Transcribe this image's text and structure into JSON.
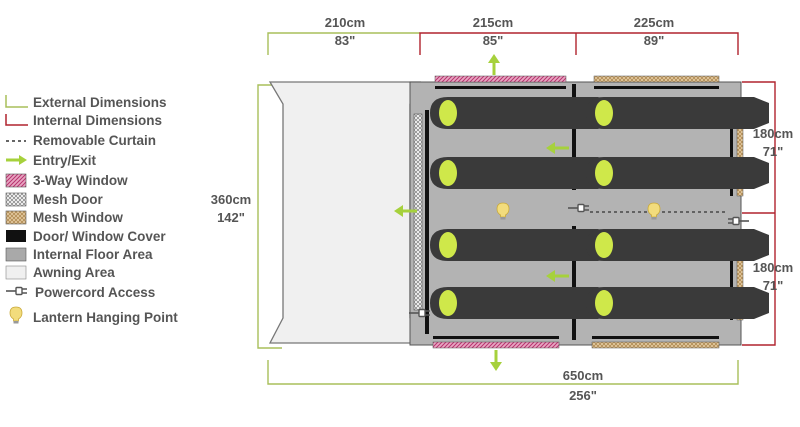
{
  "dimensions": {
    "awning_width": {
      "metric": "210cm",
      "imperial": "83\""
    },
    "room_left_width": {
      "metric": "215cm",
      "imperial": "85\""
    },
    "room_right_width": {
      "metric": "225cm",
      "imperial": "89\""
    },
    "total_depth": {
      "metric": "360cm",
      "imperial": "142\""
    },
    "room_top_depth": {
      "metric": "180cm",
      "imperial": "71\""
    },
    "room_bottom_depth": {
      "metric": "180cm",
      "imperial": "71\""
    },
    "total_length": {
      "metric": "650cm",
      "imperial": "256\""
    }
  },
  "legend": [
    {
      "label": "External Dimensions",
      "icon": "external-dimension-bracket-icon"
    },
    {
      "label": "Internal Dimensions",
      "icon": "internal-dimension-bracket-icon"
    },
    {
      "label": "Removable Curtain",
      "icon": "dashed-line-icon"
    },
    {
      "label": "Entry/Exit",
      "icon": "green-arrow-icon"
    },
    {
      "label": "3-Way Window",
      "icon": "pink-hatch-swatch-icon"
    },
    {
      "label": "Mesh Door",
      "icon": "grey-mesh-swatch-icon"
    },
    {
      "label": "Mesh Window",
      "icon": "tan-mesh-swatch-icon"
    },
    {
      "label": "Door/ Window Cover",
      "icon": "black-swatch-icon"
    },
    {
      "label": "Internal Floor Area",
      "icon": "grey-swatch-icon"
    },
    {
      "label": "Awning Area",
      "icon": "light-grey-swatch-icon"
    },
    {
      "label": "Powercord Access",
      "icon": "plug-icon"
    },
    {
      "label": "Lantern Hanging Point",
      "icon": "lantern-bulb-icon"
    }
  ],
  "colors": {
    "external_dimension": "#a8bf5a",
    "internal_dimension": "#b0232e",
    "arrow": "#a6d13c",
    "floor": "#b3b3b3",
    "awning": "#f0f0f0",
    "sleeping_bag": "#3a3a3a",
    "pillow": "#cfe84a",
    "three_way_window": "#c9477e",
    "mesh_window": "#c8a46e",
    "text": "#555555",
    "lantern": "#f2dc7c"
  }
}
